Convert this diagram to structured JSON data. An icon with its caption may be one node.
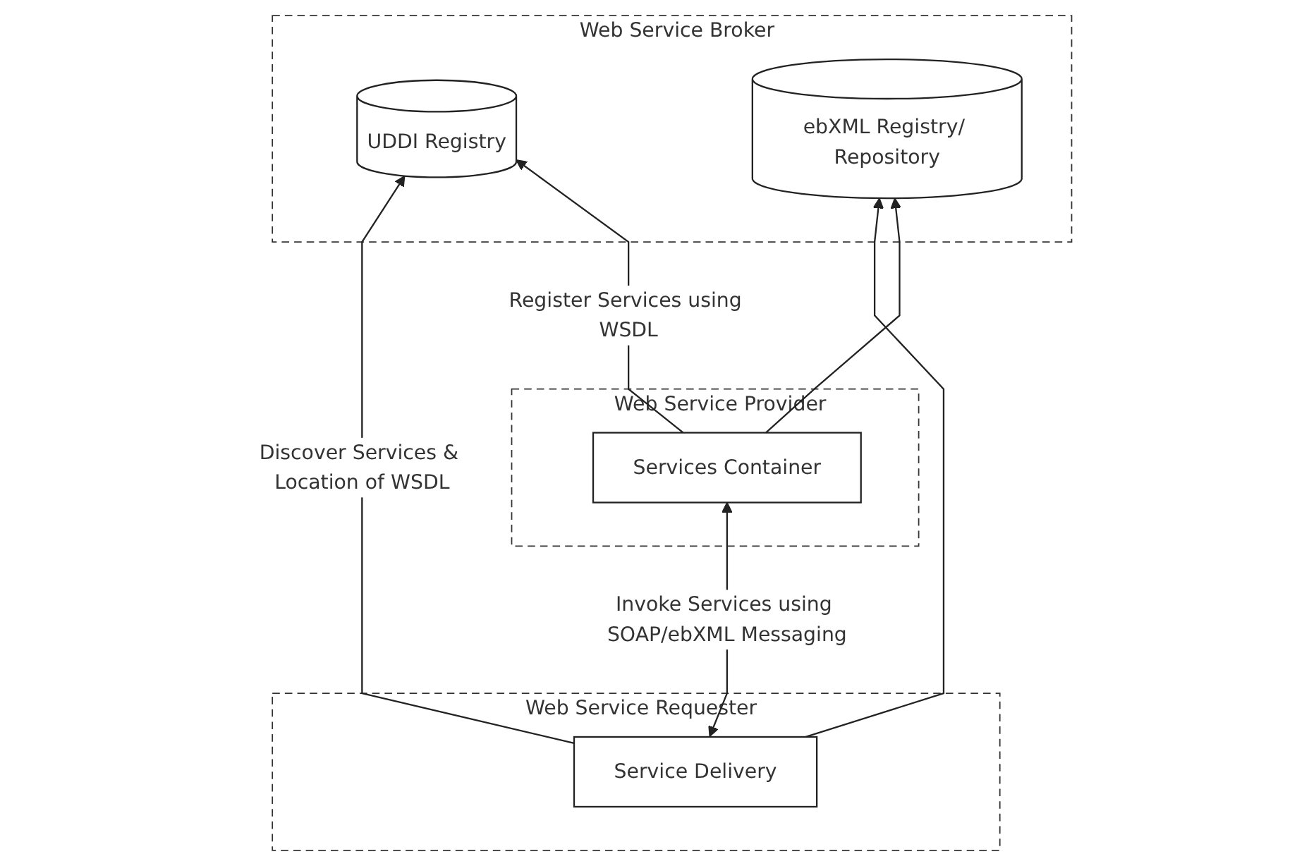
{
  "diagram": {
    "nodes": [
      {
        "text": [
          "Web Service Broker"
        ]
      },
      {
        "text": [
          "UDDI Registry"
        ],
        "in": 0
      },
      {
        "text": [
          "ebXML Registry/ Repository"
        ],
        "in": 0
      },
      {
        "text": [
          "Web Service Requester"
        ]
      },
      {
        "text": [
          "Service Delivery"
        ],
        "in": 3
      },
      {
        "text": [
          "Web Service Provider"
        ]
      },
      {
        "text": [
          "Services Container"
        ],
        "in": 5
      }
    ],
    "edges": [
      {
        "from": 4,
        "to": 1,
        "arrow": "to",
        "label": "Discover Services & Location of WSDL"
      },
      {
        "from": 4,
        "to": 2,
        "arrow": "to"
      },
      {
        "from": 6,
        "to": 1,
        "arrow": "to",
        "label": "Register Services using WSDL"
      },
      {
        "from": 6,
        "to": 2,
        "arrow": "to"
      },
      {
        "from": 4,
        "to": 6,
        "arrow": "both",
        "label": "Invoke Services using SOAP/ebXML Messaging"
      }
    ]
  }
}
